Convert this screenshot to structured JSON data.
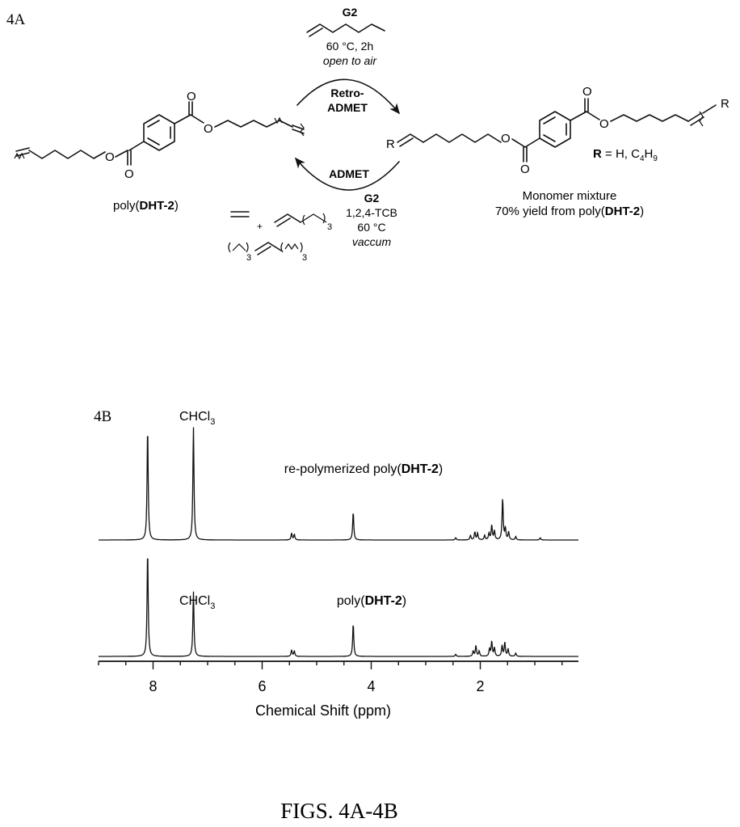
{
  "panel_a": {
    "label": "4A",
    "catalyst_top": "G2",
    "cond_top_temp": "60 °C, 2h",
    "cond_top_air": "open to air",
    "retro_line1": "Retro-",
    "retro_line2": "ADMET",
    "admet": "ADMET",
    "catalyst_bottom": "G2",
    "cond_bottom_solvent": "1,2,4-TCB",
    "cond_bottom_temp": "60 °C",
    "cond_bottom_vac": "vaccum",
    "polymer": {
      "prefix": "poly(",
      "bold": "DHT-2",
      "suffix": ")"
    },
    "r_label": "R",
    "r_def": {
      "bold": "R",
      "rest": " = H, C",
      "sub1": "4",
      "mid": "H",
      "sub2": "9"
    },
    "monomer_line1": "Monomer mixture",
    "monomer_line2": {
      "prefix": "70% yield from poly(",
      "bold": "DHT-2",
      "suffix": ")"
    },
    "atom_o": "O",
    "plus": "+",
    "sub_3": "3"
  },
  "panel_b": {
    "label": "4B",
    "solvent_top": {
      "text": "CHCl",
      "sub": "3"
    },
    "solvent_bottom": {
      "text": "CHCl",
      "sub": "3"
    }
  },
  "chart_data": {
    "type": "line",
    "xlabel": "Chemical Shift (ppm)",
    "xlim": [
      9.0,
      0.2
    ],
    "x_reversed": true,
    "xticks": [
      "8",
      "6",
      "4",
      "2"
    ],
    "series": [
      {
        "name": {
          "prefix": "re-polymerized poly(",
          "bold": "DHT-2",
          "suffix": ")"
        },
        "peaks": [
          {
            "x": 8.1,
            "h": 1.0
          },
          {
            "x": 7.26,
            "h": 1.0
          },
          {
            "x": 5.46,
            "h": 0.06
          },
          {
            "x": 5.41,
            "h": 0.05
          },
          {
            "x": 4.33,
            "h": 0.25
          },
          {
            "x": 2.45,
            "h": 0.02
          },
          {
            "x": 2.18,
            "h": 0.04
          },
          {
            "x": 2.1,
            "h": 0.07
          },
          {
            "x": 2.05,
            "h": 0.06
          },
          {
            "x": 1.92,
            "h": 0.04
          },
          {
            "x": 1.84,
            "h": 0.06
          },
          {
            "x": 1.79,
            "h": 0.13
          },
          {
            "x": 1.74,
            "h": 0.08
          },
          {
            "x": 1.59,
            "h": 0.37
          },
          {
            "x": 1.54,
            "h": 0.1
          },
          {
            "x": 1.48,
            "h": 0.07
          },
          {
            "x": 1.35,
            "h": 0.03
          },
          {
            "x": 0.9,
            "h": 0.02
          }
        ]
      },
      {
        "name": {
          "prefix": "poly(",
          "bold": "DHT-2",
          "suffix": ")"
        },
        "peaks": [
          {
            "x": 8.1,
            "h": 1.0
          },
          {
            "x": 7.26,
            "h": 0.61
          },
          {
            "x": 5.46,
            "h": 0.06
          },
          {
            "x": 5.41,
            "h": 0.05
          },
          {
            "x": 4.33,
            "h": 0.31
          },
          {
            "x": 2.45,
            "h": 0.02
          },
          {
            "x": 2.13,
            "h": 0.05
          },
          {
            "x": 2.08,
            "h": 0.1
          },
          {
            "x": 2.02,
            "h": 0.05
          },
          {
            "x": 1.83,
            "h": 0.07
          },
          {
            "x": 1.79,
            "h": 0.14
          },
          {
            "x": 1.74,
            "h": 0.08
          },
          {
            "x": 1.6,
            "h": 0.1
          },
          {
            "x": 1.55,
            "h": 0.13
          },
          {
            "x": 1.49,
            "h": 0.07
          },
          {
            "x": 1.35,
            "h": 0.03
          }
        ]
      }
    ]
  },
  "figure_caption": "FIGS. 4A-4B"
}
